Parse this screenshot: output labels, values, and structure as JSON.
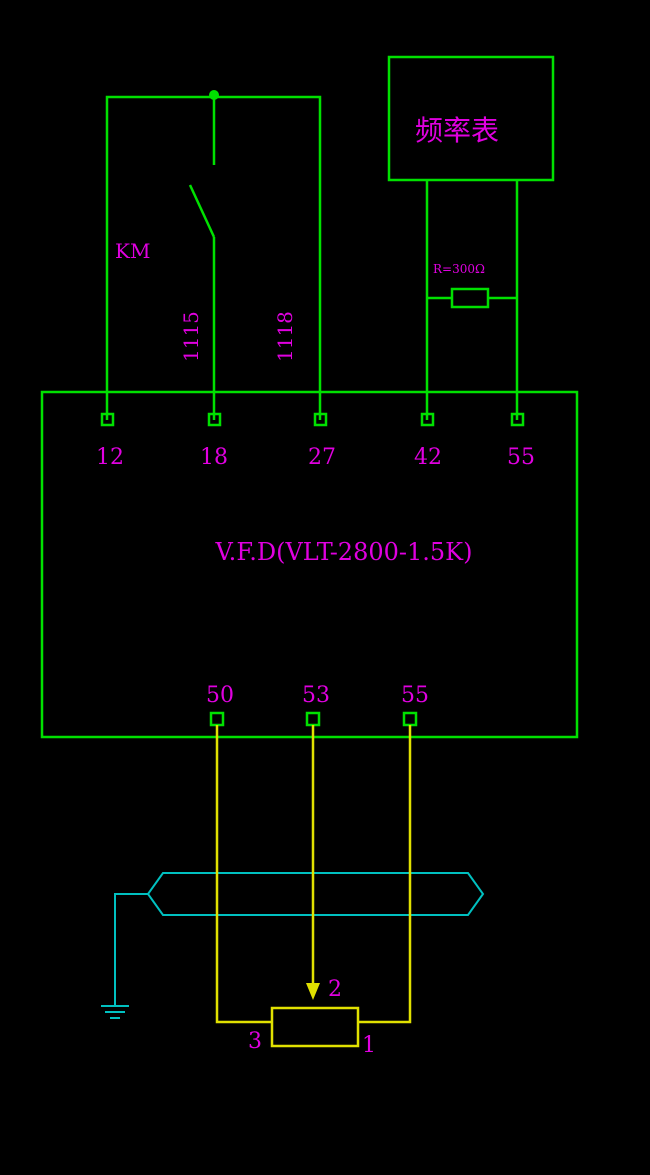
{
  "colors": {
    "wire_green": "#00e000",
    "wire_yellow": "#e0e000",
    "shield_cyan": "#00c0c0",
    "text_magenta": "#e000e0"
  },
  "meter": {
    "label": "频率表"
  },
  "resistor": {
    "label": "R=300Ω"
  },
  "relay": {
    "label": "KM"
  },
  "wire_labels": [
    "1115",
    "1118"
  ],
  "vfd": {
    "title": "V.F.D(VLT-2800-1.5K)",
    "top_terminals": [
      "12",
      "18",
      "27",
      "42",
      "55"
    ],
    "bottom_terminals": [
      "50",
      "53",
      "55"
    ]
  },
  "pot": {
    "pins": [
      "3",
      "2",
      "1"
    ]
  }
}
